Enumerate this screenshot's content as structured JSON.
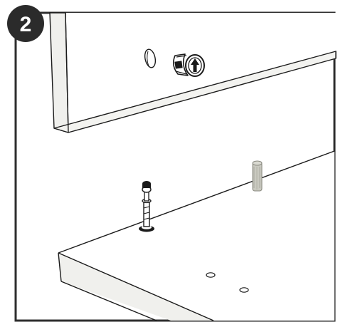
{
  "step": {
    "number": "2",
    "badge_color": "#2b2b2b"
  },
  "colors": {
    "line": "#1a1a1a",
    "frame": "#2e2e2e",
    "panel_face": "#ffffff",
    "panel_edge": "#f0f0ed",
    "dowel_fill": "#c9c9c0"
  },
  "parts": [
    {
      "name": "cam-lock-housing",
      "icon": "cam-lock-icon",
      "arrow": "arrow-up-icon"
    },
    {
      "name": "cam-bolt",
      "icon": "cam-bolt-icon"
    },
    {
      "name": "wooden-dowel",
      "icon": "dowel-icon"
    }
  ]
}
